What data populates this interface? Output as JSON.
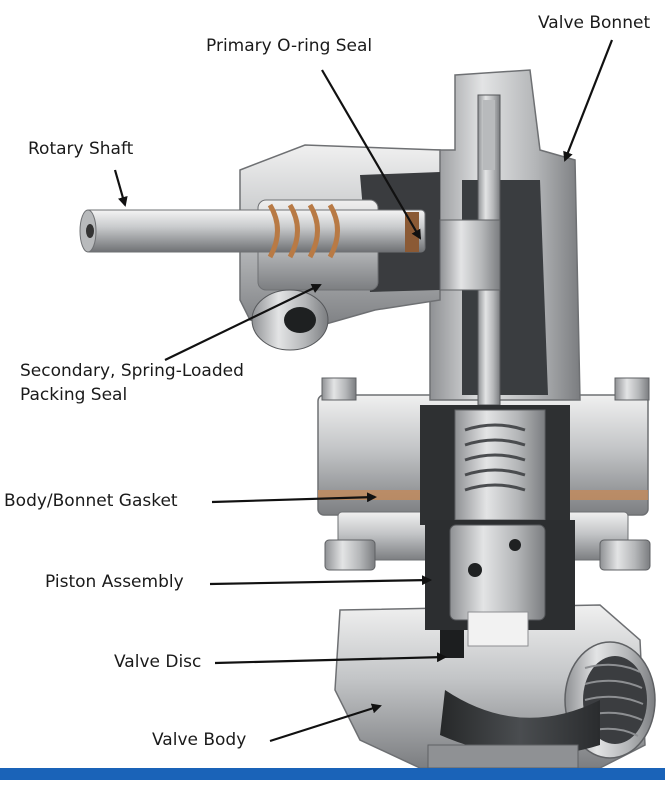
{
  "labels": {
    "primary_oring_seal": "Primary O-ring Seal",
    "valve_bonnet": "Valve Bonnet",
    "rotary_shaft": "Rotary Shaft",
    "secondary_packing_line1": "Secondary, Spring-Loaded",
    "secondary_packing_line2": "Packing Seal",
    "body_bonnet_gasket": "Body/Bonnet Gasket",
    "piston_assembly": "Piston Assembly",
    "valve_disc": "Valve Disc",
    "valve_body": "Valve Body"
  },
  "colors": {
    "accent_bar": "#1a63b8",
    "label_text": "#1a1a1a",
    "leader_line": "#111111",
    "metal_light": "#d9dadb",
    "metal_mid": "#a9abad",
    "metal_dark": "#6e7073",
    "cavity_dark": "#2f3133"
  }
}
